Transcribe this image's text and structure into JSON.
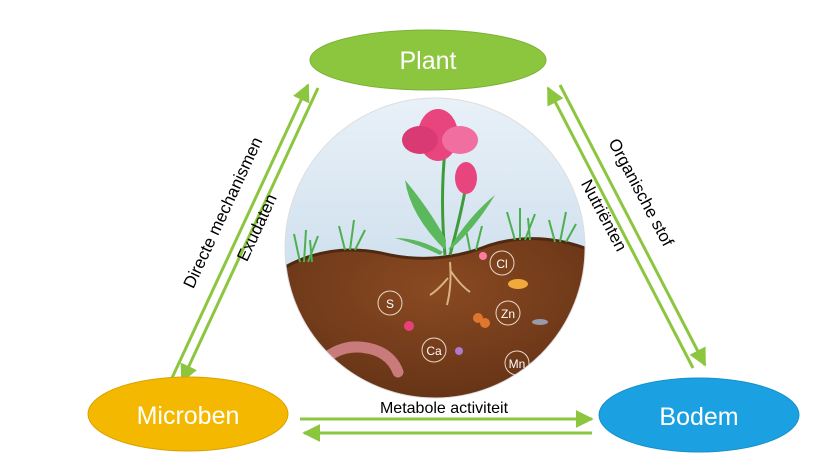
{
  "nodes": {
    "plant": {
      "label": "Plant",
      "color": "#8cc63f"
    },
    "microben": {
      "label": "Microben",
      "color": "#f5b800"
    },
    "bodem": {
      "label": "Bodem",
      "color": "#1ba1e2"
    }
  },
  "edges": {
    "left_outer": "Directe mechanismen",
    "left_inner": "Exudaten",
    "right_outer": "Organische stof",
    "right_inner": "Nutriënten",
    "bottom": "Metabole activiteit"
  },
  "illustration": {
    "soil_elements": [
      "Cl",
      "S",
      "Zn",
      "Ca",
      "Mn"
    ]
  },
  "colors": {
    "arrow": "#8cc63f",
    "soil": "#7a3f1d",
    "sky": "#cfe0ee"
  }
}
